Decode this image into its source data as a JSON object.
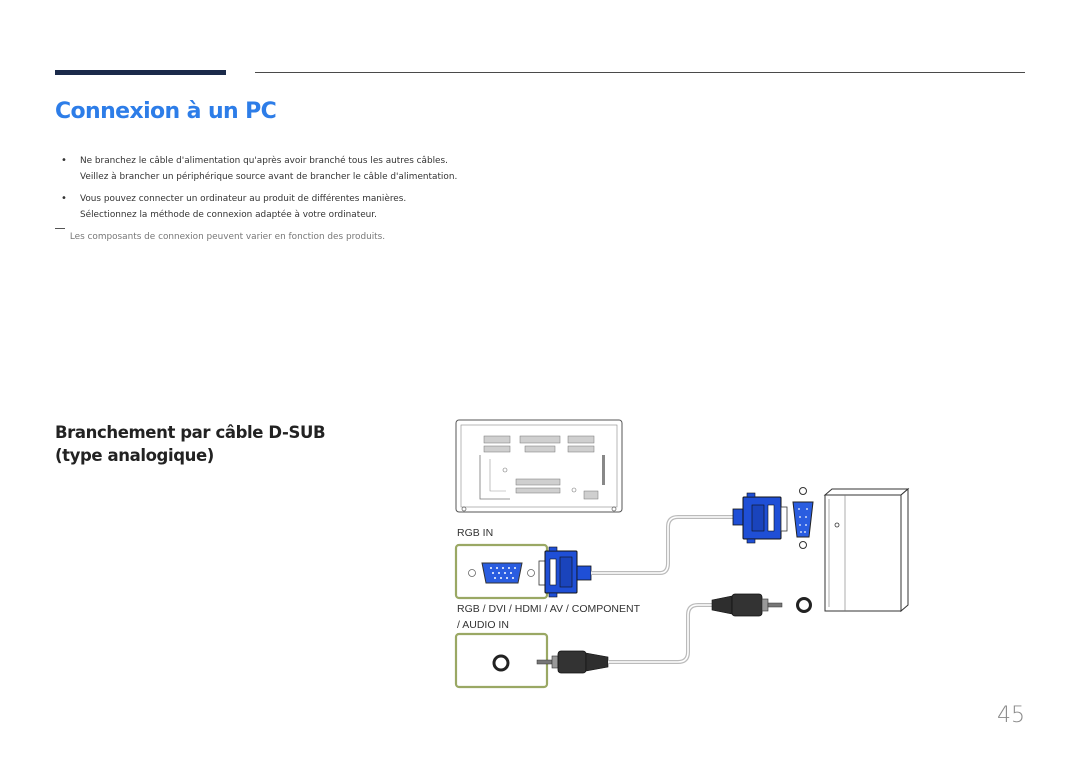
{
  "header": {
    "title": "Connexion à un PC"
  },
  "bullets": [
    {
      "line1": "Ne branchez le câble d'alimentation qu'après avoir branché tous les autres câbles.",
      "line2": "Veillez à brancher un périphérique source avant de brancher le câble d'alimentation."
    },
    {
      "line1": "Vous pouvez connecter un ordinateur au produit de différentes manières.",
      "line2": "Sélectionnez la méthode de connexion adaptée à votre ordinateur."
    }
  ],
  "note": "Les composants de connexion peuvent varier en fonction des produits.",
  "section": {
    "title_line1": "Branchement par câble D-SUB",
    "title_line2": "(type analogique)"
  },
  "diagram": {
    "port_rgb_label": "RGB IN",
    "port_audio_label_line1": "RGB / DVI / HDMI / AV / COMPONENT",
    "port_audio_label_line2": "/ AUDIO IN",
    "colors": {
      "port_frame": "#9aa864",
      "connector_blue": "#1f4fd6",
      "cable": "#bbbbbb",
      "plug_dark": "#333333"
    }
  },
  "footer": {
    "page_number": "45"
  }
}
